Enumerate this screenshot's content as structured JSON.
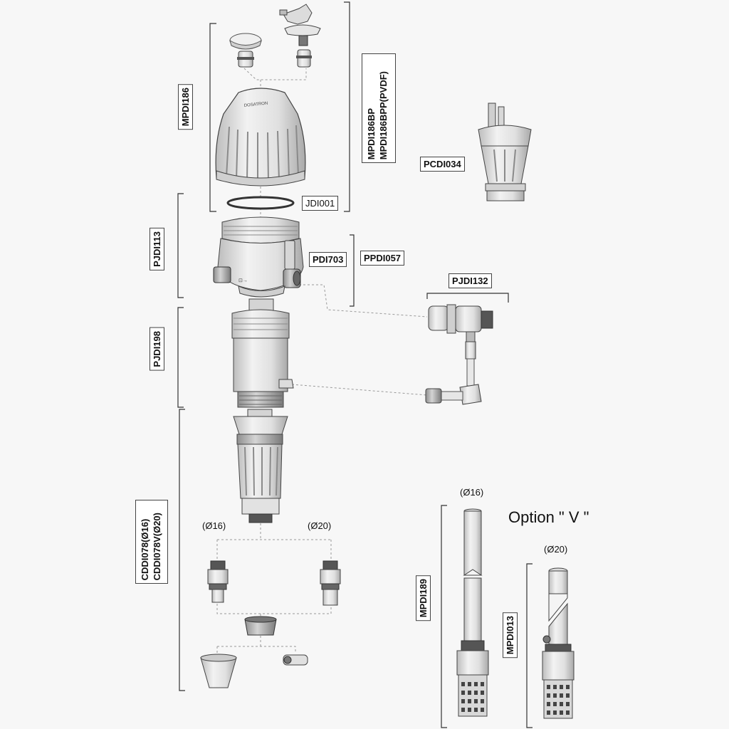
{
  "labels": {
    "mpdi186": "MPDI186",
    "mpdi186bp_line1": "MPDI186BP",
    "mpdi186bp_line2": "MPDI186BPP(PVDF)",
    "pcdi034": "PCDI034",
    "jdi001": "JDI001",
    "pjdi113": "PJDI113",
    "pdi703": "PDI703",
    "ppdi057": "PPDI057",
    "pjdi132": "PJDI132",
    "pjdi198": "PJDI198",
    "cddi078_line1": "CDDI078(Ø16)",
    "cddi078_line2": "CDDI078V(Ø20)",
    "mpdi189": "MPDI189",
    "mpdi013": "MPDI013"
  },
  "dimensions": {
    "d16_left": "(Ø16)",
    "d20_left": "(Ø20)",
    "d16_right": "(Ø16)",
    "d20_right": "(Ø20)"
  },
  "option_title": "Option \" V \"",
  "colors": {
    "part_fill": "#e4e4e4",
    "part_shade": "#c9c9c9",
    "part_dark": "#8a8a8a",
    "line": "#333333",
    "leader": "#9a9a9a"
  }
}
